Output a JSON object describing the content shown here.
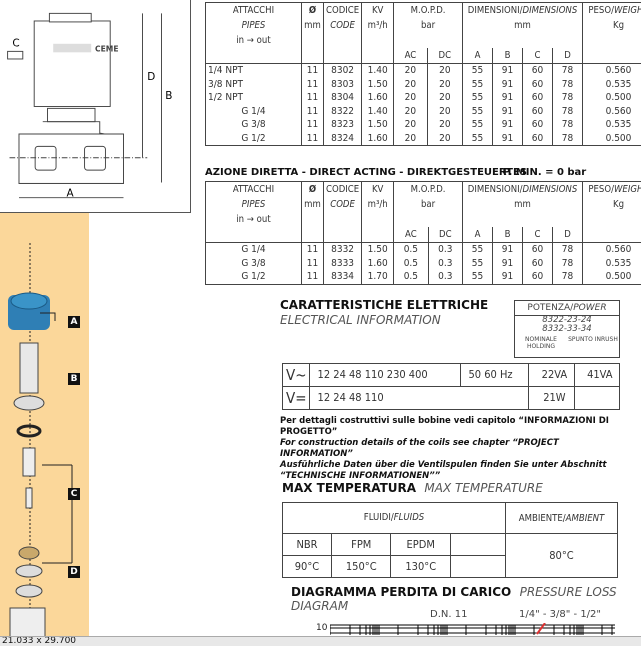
{
  "drawing": {
    "labels": {
      "a": "A",
      "b": "B",
      "c": "C",
      "d": "D"
    },
    "brand": "CEME"
  },
  "exploded": {
    "labels": [
      "A",
      "B",
      "C",
      "D"
    ]
  },
  "headers": {
    "attacchi": "ATTACCHI",
    "pipes": "PIPES",
    "inout": "in → out",
    "dia": "Ø",
    "mm": "mm",
    "codice": "CODICE",
    "code": "CODE",
    "kv": "KV",
    "kvunit": "m³/h",
    "mopd": "M.O.P.D.",
    "bar": "bar",
    "ac": "AC",
    "dc": "DC",
    "dim": "DIMENSIONI/",
    "dimi": "DIMENSIONS",
    "dimmm": "mm",
    "a": "A",
    "b": "B",
    "c": "C",
    "d": "D",
    "peso": "PESO/",
    "weight": "WEIGHT",
    "kg": "Kg"
  },
  "table1": [
    [
      "1/4 NPT",
      "11",
      "8302",
      "1.40",
      "20",
      "20",
      "55",
      "91",
      "60",
      "78",
      "0.560"
    ],
    [
      "3/8 NPT",
      "11",
      "8303",
      "1.50",
      "20",
      "20",
      "55",
      "91",
      "60",
      "78",
      "0.535"
    ],
    [
      "1/2 NPT",
      "11",
      "8304",
      "1.60",
      "20",
      "20",
      "55",
      "91",
      "60",
      "78",
      "0.500"
    ],
    [
      "G 1/4",
      "11",
      "8322",
      "1.40",
      "20",
      "20",
      "55",
      "91",
      "60",
      "78",
      "0.560"
    ],
    [
      "G 3/8",
      "11",
      "8323",
      "1.50",
      "20",
      "20",
      "55",
      "91",
      "60",
      "78",
      "0.535"
    ],
    [
      "G 1/2",
      "11",
      "8324",
      "1.60",
      "20",
      "20",
      "55",
      "91",
      "60",
      "78",
      "0.500"
    ]
  ],
  "direct": {
    "title": "AZIONE DIRETTA - DIRECT ACTING - DIREKTGESTEUERTES",
    "pmin": "P. MIN. =  0 bar"
  },
  "table2": [
    [
      "G 1/4",
      "11",
      "8332",
      "1.50",
      "0.5",
      "0.3",
      "55",
      "91",
      "60",
      "78",
      "0.560"
    ],
    [
      "G 3/8",
      "11",
      "8333",
      "1.60",
      "0.5",
      "0.3",
      "55",
      "91",
      "60",
      "78",
      "0.535"
    ],
    [
      "G 1/2",
      "11",
      "8334",
      "1.70",
      "0.5",
      "0.3",
      "55",
      "91",
      "60",
      "78",
      "0.500"
    ]
  ],
  "electrical": {
    "title": "CARATTERISTICHE ELETTRICHE",
    "subtitle": "ELECTRICAL INFORMATION",
    "power": "POTENZA/",
    "poweri": "POWER",
    "codes1": "8322-23-24",
    "codes2": "8332-33-34",
    "nominal": "NOMINALE HOLDING",
    "spunto": "SPUNTO INRUSH",
    "rows": [
      {
        "sym": "V~",
        "volts": "12 24 48 110 230 400",
        "freq": "50 60 Hz",
        "hold": "22VA",
        "inrush": "41VA"
      },
      {
        "sym": "V=",
        "volts": "12   24   48   110",
        "freq": "",
        "hold": "21W",
        "inrush": ""
      }
    ],
    "note_it": "Per dettagli costruttivi sulle bobine vedi capitolo “INFORMAZIONI DI PROGETTO”",
    "note_en": "For construction details of the coils see chapter “PROJECT INFORMATION”",
    "note_de": "Ausführliche Daten über die Ventilspulen finden Sie unter Abschnitt “TECHNISCHE INFORMATIONEN””"
  },
  "temperature": {
    "title": "MAX TEMPERATURA",
    "subtitle": "MAX TEMPERATURE",
    "fluids": "FLUIDI/",
    "fluidsi": "FLUIDS",
    "ambient": "AMBIENTE/",
    "ambienti": "AMBIENT",
    "materials": [
      "NBR",
      "FPM",
      "EPDM"
    ],
    "temps": [
      "90°C",
      "150°C",
      "130°C"
    ],
    "ambient_temp": "80°C"
  },
  "diagram": {
    "title": "DIAGRAMMA PERDITA DI CARICO",
    "subtitle": "PRESSURE LOSS DIAGRAM",
    "dn": "D.N. 11",
    "sizes": "1/4\" - 3/8\" - 1/2\"",
    "ytick": "10"
  },
  "status": {
    "size": "21.033 x 29.700"
  }
}
